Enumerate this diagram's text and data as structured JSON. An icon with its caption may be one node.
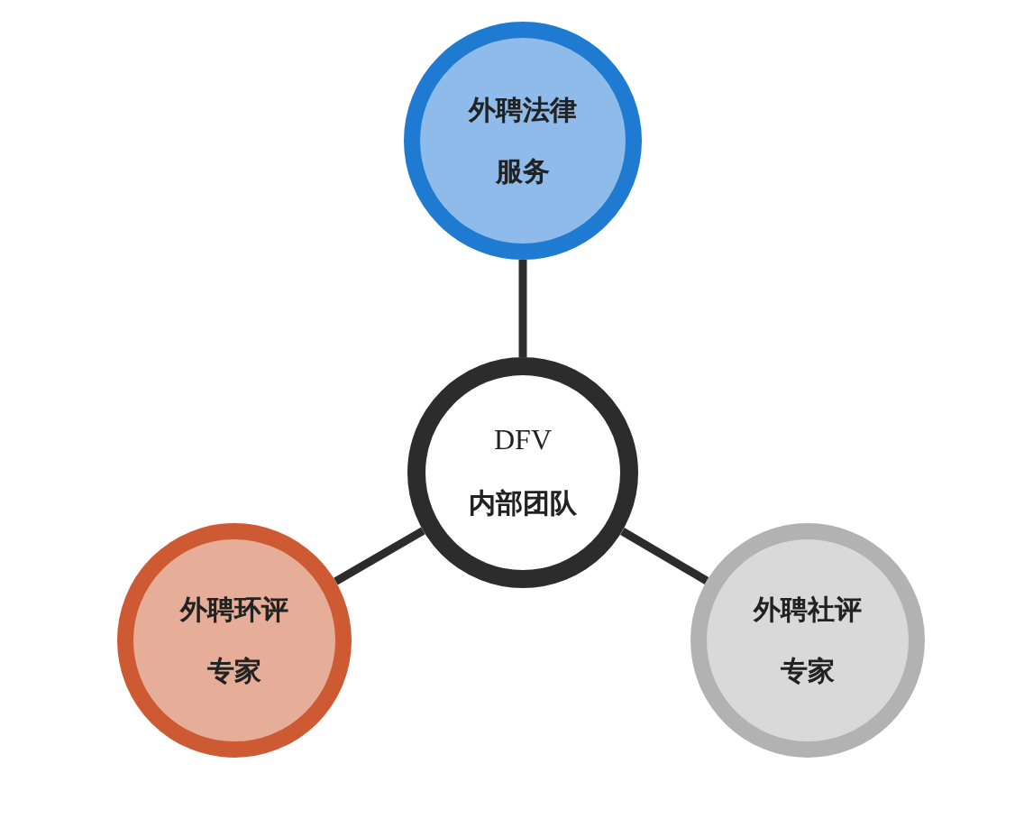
{
  "diagram": {
    "nodes": [
      {
        "text": [
          "外聘法律服务"
        ]
      },
      {
        "text": [
          "DFV",
          "内部团队"
        ]
      },
      {
        "text": [
          "外聘环评专家"
        ]
      },
      {
        "text": [
          "外聘社评专家"
        ]
      }
    ],
    "edges": [
      {
        "from": 1,
        "to": 0,
        "arrow": "none"
      },
      {
        "from": 1,
        "to": 2,
        "arrow": "none"
      },
      {
        "from": 1,
        "to": 3,
        "arrow": "none"
      }
    ]
  }
}
